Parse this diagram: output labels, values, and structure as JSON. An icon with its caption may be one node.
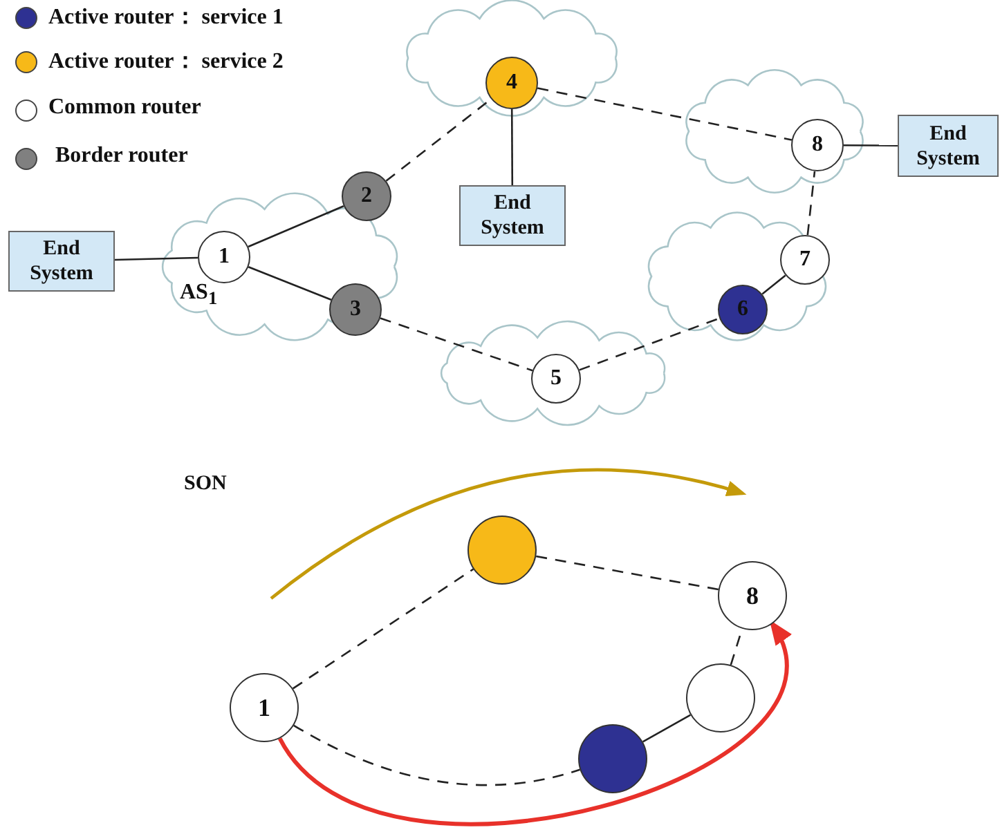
{
  "diagram": {
    "nodes": [
      {
        "text": [
          "1"
        ],
        "beside": [
          "AS$_{1}$"
        ]
      },
      {
        "text": [
          "2"
        ]
      },
      {
        "text": [
          "3"
        ]
      },
      {
        "text": [
          "4"
        ]
      },
      {
        "text": [
          "5"
        ]
      },
      {
        "text": [
          "6"
        ]
      },
      {
        "text": [
          "7"
        ]
      },
      {
        "text": [
          "8"
        ]
      },
      {
        "text": [
          "End System"
        ]
      },
      {
        "text": [
          "End System"
        ]
      },
      {
        "text": [
          "End System"
        ]
      },
      {
        "text": [
          "1"
        ]
      },
      {
        "text": [],
        "shape": "circle"
      },
      {
        "text": [
          "8"
        ]
      },
      {
        "text": [],
        "shape": "circle"
      },
      {
        "text": [],
        "shape": "circle"
      }
    ],
    "edges": [
      {
        "from": 0,
        "to": 1,
        "arrow": "none"
      },
      {
        "from": 0,
        "to": 2,
        "arrow": "none"
      },
      {
        "from": 1,
        "to": 3,
        "arrow": "none",
        "style": "dashed"
      },
      {
        "from": 2,
        "to": 4,
        "arrow": "none",
        "style": "dashed"
      },
      {
        "from": 3,
        "to": 7,
        "arrow": "none",
        "style": "dashed"
      },
      {
        "from": 4,
        "to": 5,
        "arrow": "none",
        "style": "dashed"
      },
      {
        "from": 5,
        "to": 6,
        "arrow": "none"
      },
      {
        "from": 6,
        "to": 7,
        "arrow": "none",
        "style": "dashed"
      },
      {
        "from": 8,
        "to": 0,
        "arrow": "none"
      },
      {
        "from": 3,
        "to": 9,
        "arrow": "none"
      },
      {
        "from": 7,
        "to": 10,
        "arrow": "none"
      },
      {
        "from": 11,
        "to": 12,
        "arrow": "none",
        "style": "dashed"
      },
      {
        "from": 12,
        "to": 13,
        "arrow": "none",
        "style": "dashed"
      },
      {
        "from": 11,
        "to": 15,
        "arrow": "none",
        "style": "dashed"
      },
      {
        "from": 15,
        "to": 14,
        "arrow": "none"
      },
      {
        "from": 14,
        "to": 13,
        "arrow": "none",
        "style": "dashed"
      },
      {
        "from": 11,
        "to": 13,
        "arrow": "to",
        "style": "thick",
        "color": "#e8312a"
      }
    ],
    "labels": [
      "SON"
    ],
    "legend": [
      {
        "text": "Active router： service 1",
        "color": "#2e3192"
      },
      {
        "text": "Active router： service 2",
        "color": "#f7b918"
      },
      {
        "text": "Common router",
        "color": "#ffffff"
      },
      {
        "text": "Border router",
        "color": "#808080"
      }
    ]
  }
}
